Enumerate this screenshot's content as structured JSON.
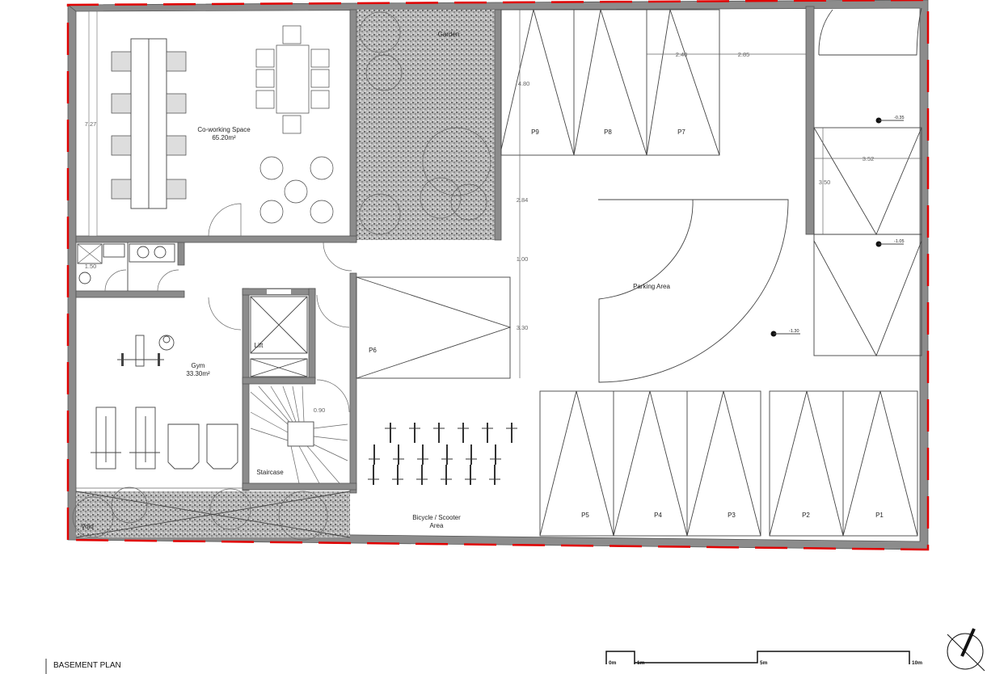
{
  "plan": {
    "title": "BASEMENT PLAN",
    "rooms": {
      "coworking": {
        "name": "Co-working Space",
        "area": "65.20m²"
      },
      "garden": "Garden",
      "gym": {
        "name": "Gym",
        "area": "33.30m²"
      },
      "lift": "Lift",
      "staircase": "Staircase",
      "void": "Void",
      "parking": "Parking Area",
      "bicycle": "Bicycle / Scooter",
      "bicycle2": "Area"
    },
    "bays": [
      "P1",
      "P2",
      "P3",
      "P4",
      "P5",
      "P6",
      "P7",
      "P8",
      "P9"
    ],
    "dimensions": {
      "d727": "7.27",
      "d150": "1.50",
      "d090": "0.90",
      "d480": "4.80",
      "d284": "2.84",
      "d100": "1.00",
      "d330": "3.30",
      "d240": "2.40",
      "d285": "2.85",
      "d352": "3.52",
      "d350": "3.50"
    },
    "levels": {
      "l1": "-0.35",
      "l2": "-1.05",
      "l3": "-1.30"
    },
    "scale_bar": [
      "0m",
      "1m",
      "5m",
      "10m"
    ],
    "colors": {
      "wall": "#8c8c8c",
      "boundary": "#e00000",
      "gravel": "#9a9a9a"
    }
  }
}
